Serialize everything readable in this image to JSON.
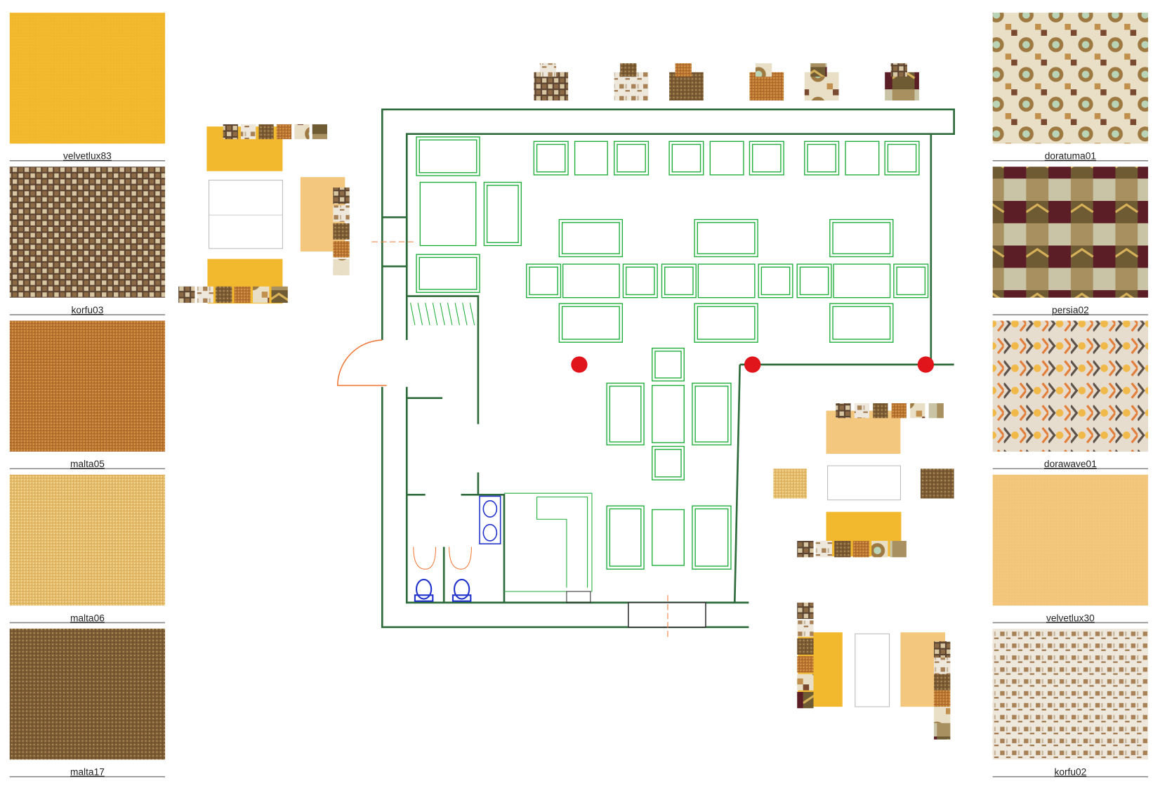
{
  "title": "Cafe floor plan with upholstery fabric swatches",
  "swatches_left": [
    {
      "label": "velvetlux83",
      "pattern": "solid",
      "color": "#F2B92E"
    },
    {
      "label": "korfu03",
      "pattern": "weave-dark",
      "color": "#7A5A3A"
    },
    {
      "label": "malta05",
      "pattern": "fine-orange",
      "color": "#C07A35"
    },
    {
      "label": "malta06",
      "pattern": "fine-light",
      "color": "#E6C06E"
    },
    {
      "label": "malta17",
      "pattern": "fine-brown",
      "color": "#8C6A3E"
    }
  ],
  "swatches_right": [
    {
      "label": "doratuma01",
      "pattern": "tiles",
      "color": "#C9B88A"
    },
    {
      "label": "persia02",
      "pattern": "patchwork",
      "color": "#8A6B3A"
    },
    {
      "label": "dorawave01",
      "pattern": "zigzag",
      "color": "#E3B85A"
    },
    {
      "label": "velvetlux30",
      "pattern": "solid",
      "color": "#F3C77D"
    },
    {
      "label": "korfu02",
      "pattern": "weave-light",
      "color": "#D8CDBA"
    }
  ],
  "colors": {
    "wall": "#2E6B3A",
    "furniture": "#1FAE3A",
    "column": "#E0141B",
    "door": "#F07A3A",
    "sanitary": "#2233CC"
  }
}
